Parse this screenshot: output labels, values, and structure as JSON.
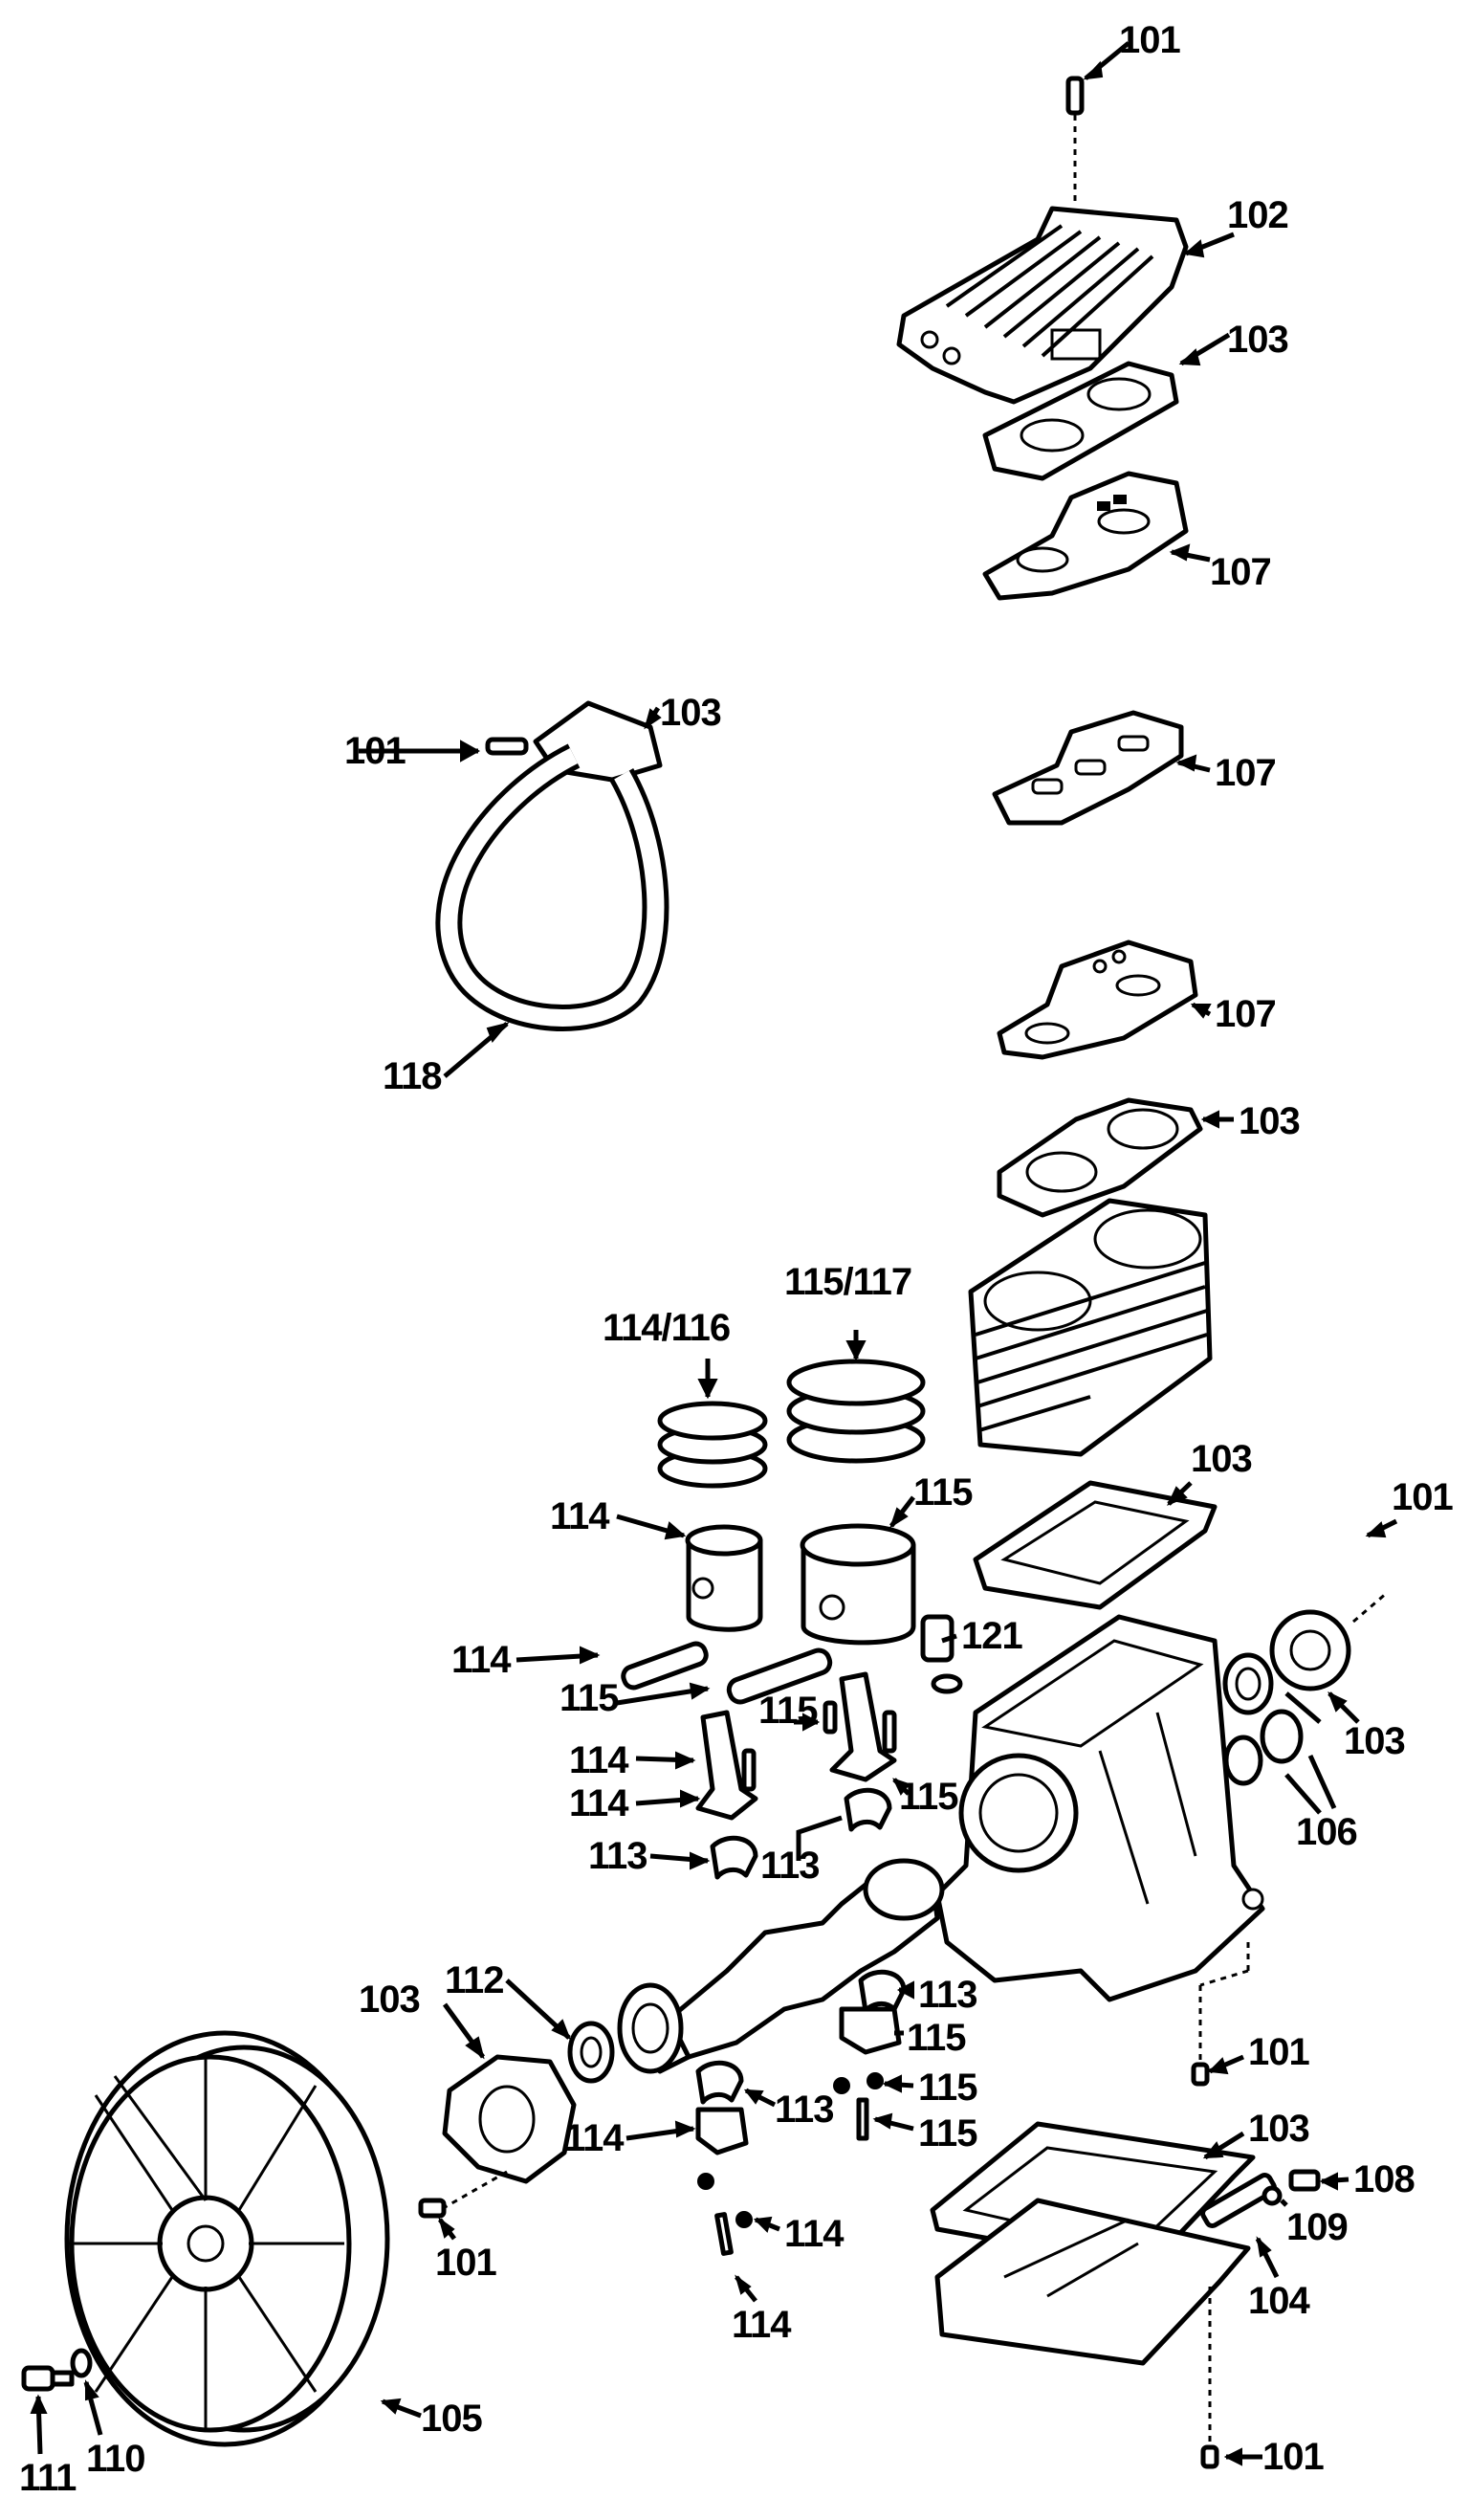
{
  "diagram": {
    "callouts": [
      {
        "id": "c1",
        "text": "101"
      },
      {
        "id": "c2",
        "text": "102"
      },
      {
        "id": "c3",
        "text": "103"
      },
      {
        "id": "c4",
        "text": "107"
      },
      {
        "id": "c5",
        "text": "101"
      },
      {
        "id": "c6",
        "text": "103"
      },
      {
        "id": "c7",
        "text": "107"
      },
      {
        "id": "c8",
        "text": "118"
      },
      {
        "id": "c9",
        "text": "107"
      },
      {
        "id": "c10",
        "text": "103"
      },
      {
        "id": "c11",
        "text": "115/117"
      },
      {
        "id": "c12",
        "text": "114/116"
      },
      {
        "id": "c13",
        "text": "103"
      },
      {
        "id": "c14",
        "text": "101"
      },
      {
        "id": "c15",
        "text": "114"
      },
      {
        "id": "c16",
        "text": "115"
      },
      {
        "id": "c17",
        "text": "114"
      },
      {
        "id": "c18",
        "text": "121"
      },
      {
        "id": "c19",
        "text": "115"
      },
      {
        "id": "c20",
        "text": "115"
      },
      {
        "id": "c21",
        "text": "103"
      },
      {
        "id": "c22",
        "text": "114"
      },
      {
        "id": "c23",
        "text": "114"
      },
      {
        "id": "c24",
        "text": "115"
      },
      {
        "id": "c25",
        "text": "106"
      },
      {
        "id": "c26",
        "text": "113"
      },
      {
        "id": "c27",
        "text": "113"
      },
      {
        "id": "c28",
        "text": "103"
      },
      {
        "id": "c29",
        "text": "112"
      },
      {
        "id": "c30",
        "text": "113"
      },
      {
        "id": "c31",
        "text": "101"
      },
      {
        "id": "c32",
        "text": "115"
      },
      {
        "id": "c33",
        "text": "115"
      },
      {
        "id": "c34",
        "text": "113"
      },
      {
        "id": "c35",
        "text": "115"
      },
      {
        "id": "c36",
        "text": "103"
      },
      {
        "id": "c37",
        "text": "114"
      },
      {
        "id": "c38",
        "text": "108"
      },
      {
        "id": "c39",
        "text": "109"
      },
      {
        "id": "c40",
        "text": "101"
      },
      {
        "id": "c41",
        "text": "114"
      },
      {
        "id": "c42",
        "text": "104"
      },
      {
        "id": "c43",
        "text": "114"
      },
      {
        "id": "c44",
        "text": "105"
      },
      {
        "id": "c45",
        "text": "110"
      },
      {
        "id": "c46",
        "text": "111"
      },
      {
        "id": "c47",
        "text": "101"
      }
    ]
  }
}
